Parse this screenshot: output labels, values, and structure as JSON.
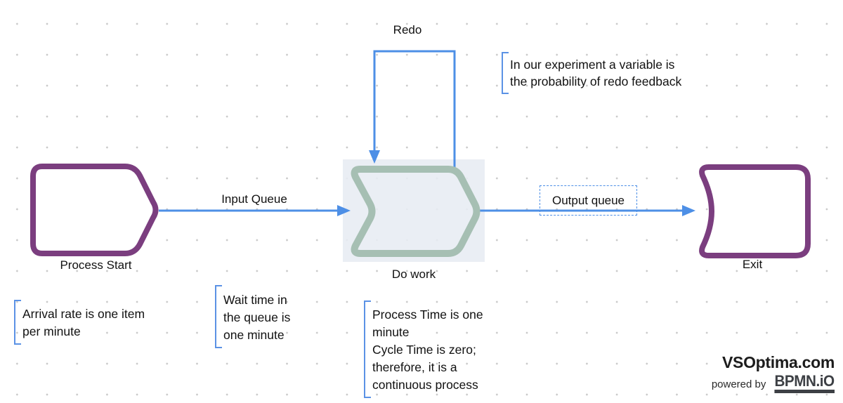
{
  "colors": {
    "shape_purple": "#7B3E7F",
    "arrow_blue": "#4D8FE6",
    "chevron_green": "#A6BFB3",
    "container_fill": "#E7ECF2",
    "annotation_bracket": "#5B92E5",
    "text_color": "#111111",
    "dot_grid": "#C9C9C9",
    "logo_dark": "#3D4045"
  },
  "nodes": {
    "process_start": {
      "label": "Process Start"
    },
    "do_work": {
      "label": "Do work"
    },
    "exit": {
      "label": "Exit"
    }
  },
  "flows": {
    "redo": {
      "label": "Redo"
    },
    "input_queue": {
      "label": "Input Queue"
    },
    "output_queue": {
      "label": "Output queue"
    }
  },
  "annotations": {
    "experiment": {
      "text": "In our experiment a variable is\nthe probability of redo feedback"
    },
    "arrival_rate": {
      "text": "Arrival rate is one item\nper minute"
    },
    "wait_time": {
      "text": "Wait time in\nthe queue is\none minute"
    },
    "process_time": {
      "text": "Process Time is one\nminute\nCycle Time is zero;\ntherefore, it is a\ncontinuous process"
    }
  },
  "branding": {
    "site": "VSOptima.com",
    "powered_by": "powered by",
    "engine": "BPMN.iO"
  }
}
